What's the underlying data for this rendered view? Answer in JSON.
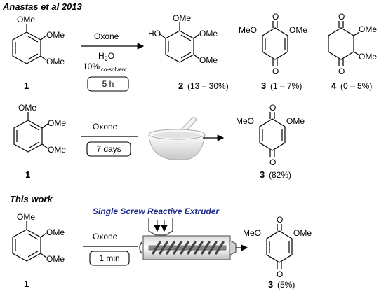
{
  "headers": {
    "ref": "Anastas et al 2013",
    "work": "This work"
  },
  "labels": {
    "ome": "OMe",
    "meo": "MeO",
    "ho": "HO",
    "o": "O",
    "oxone": "Oxone",
    "h2o_h": "H",
    "h2o_sub": "2",
    "h2o_o": "O",
    "cosolvent_pct": "10%",
    "cosolvent_sub": "co-solvent",
    "time1": "5 h",
    "time2": "7 days",
    "time3": "1 min",
    "extruder": "Single Screw Reactive Extruder"
  },
  "compounds": {
    "c1": "1",
    "c2": "2",
    "c3": "3",
    "c4": "4"
  },
  "yields": {
    "c2": "(13 – 30%)",
    "c3_r1": "(1 – 7%)",
    "c4": "(0 – 5%)",
    "c3_r2": "(82%)",
    "c3_r3": "(5%)"
  }
}
